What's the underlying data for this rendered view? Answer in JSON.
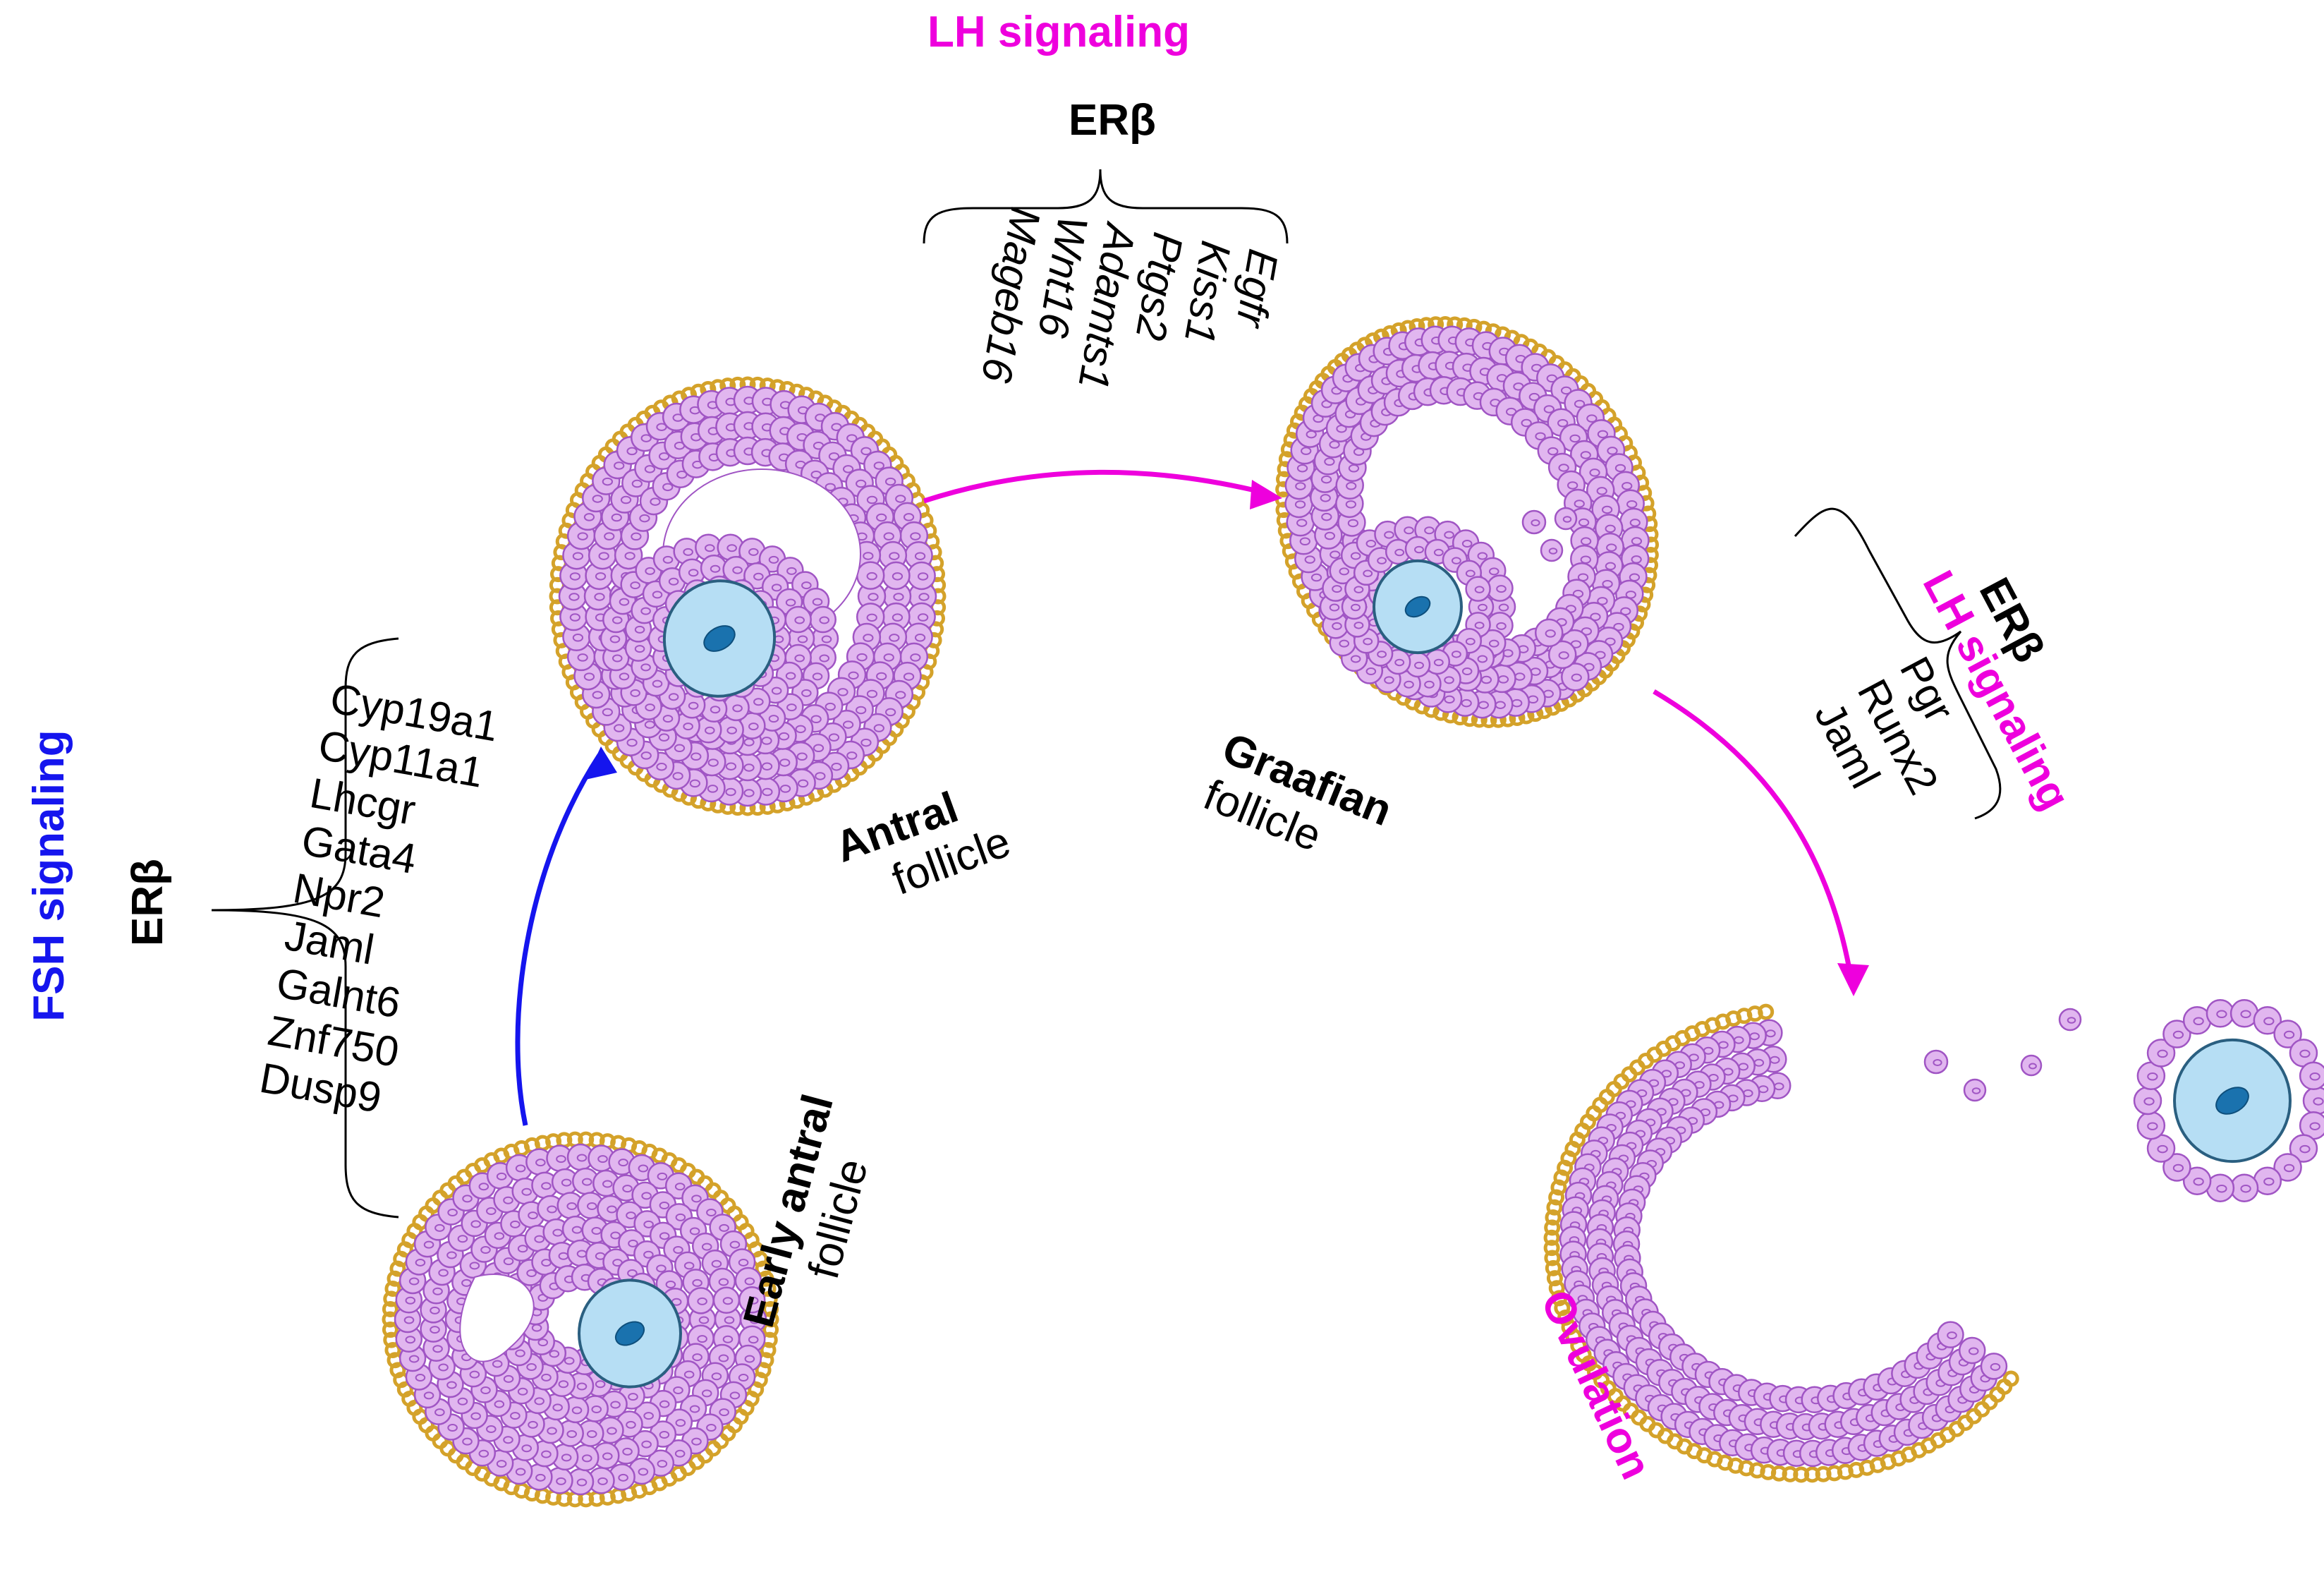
{
  "colors": {
    "fsh": "#1515ee",
    "lh": "#ee00dd",
    "granulosa_fill": "#e1b6ef",
    "granulosa_stroke": "#a055c4",
    "theca": "#d4a22a",
    "oocyte": "#b6def4",
    "nucleus": "#1a72ae"
  },
  "fsh": {
    "signal_label": "FSH signaling",
    "receptor": "ERβ",
    "genes": [
      "Cyp19a1",
      "Cyp11a1",
      "Lhcgr",
      "Gata4",
      "Npr2",
      "Jaml",
      "Galnt6",
      "Znf750",
      "Dusp9"
    ]
  },
  "lh_top": {
    "signal_label": "LH signaling",
    "receptor": "ERβ",
    "genes": [
      "Egfr",
      "Kiss1",
      "Ptgs2",
      "Adamts1",
      "Wnt16",
      "Mageb16"
    ]
  },
  "lh_right": {
    "signal_label": "LH signaling",
    "receptor": "ERβ",
    "genes": [
      "Pgr",
      "Runx2",
      "Jaml"
    ]
  },
  "stages": {
    "early_antral": {
      "bold": "Early antral",
      "normal": "follicle"
    },
    "antral": {
      "bold": "Antral",
      "normal": "follicle"
    },
    "graafian": {
      "bold": "Graafian",
      "normal": "follicle"
    },
    "ovulation": "Ovulation"
  }
}
